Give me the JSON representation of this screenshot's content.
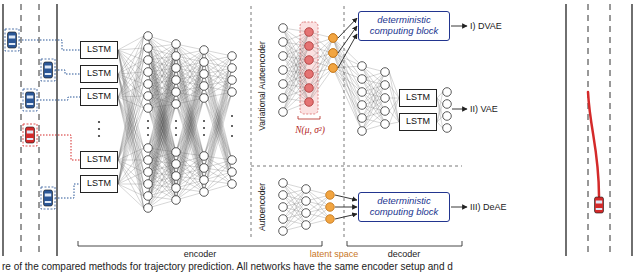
{
  "diagram": {
    "caption": "re of the compared methods for trajectory prediction. All networks have the same encoder setup and d",
    "nodes": [
      {
        "text": [
          "LSTM"
        ]
      },
      {
        "text": [
          "LSTM"
        ]
      },
      {
        "text": [
          "LSTM"
        ]
      },
      {
        "text": [
          "LSTM"
        ]
      },
      {
        "text": [
          "LSTM"
        ]
      },
      {
        "text": [
          "deterministic computing block"
        ]
      },
      {
        "text": [
          "LSTM"
        ]
      },
      {
        "text": [
          "LSTM"
        ]
      },
      {
        "text": [
          "deterministic computing block"
        ]
      }
    ],
    "labels": [
      "Variational Autoencoder",
      "Autoencoder",
      "N(μ, σ²)",
      "I) DVAE",
      "II) VAE",
      "III) DeAE",
      "encoder",
      "latent space",
      "decoder"
    ]
  }
}
